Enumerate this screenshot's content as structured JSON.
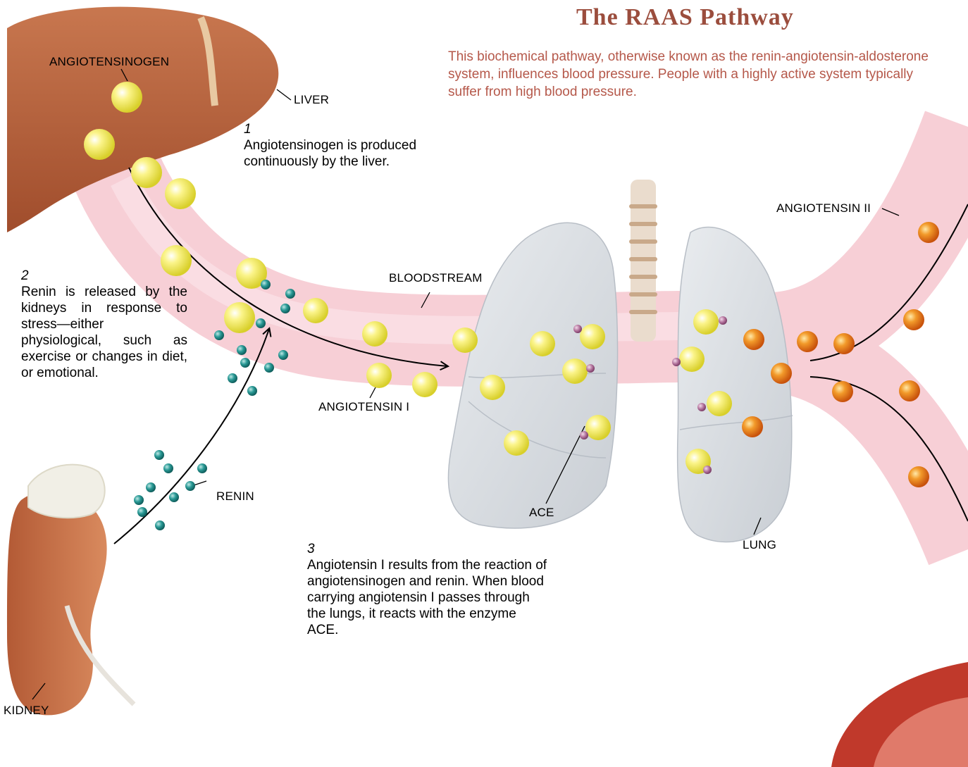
{
  "title": "The RAAS Pathway",
  "intro": "This biochemical pathway, otherwise known as the renin-angiotensin-aldosterone system, influences blood pressure. People with a highly active system typically suffer from high blood pressure.",
  "labels": {
    "angiotensinogen": "ANGIOTENSINOGEN",
    "liver": "LIVER",
    "bloodstream": "BLOODSTREAM",
    "angiotensin_1": "ANGIOTENSIN  I",
    "angiotensin_2": "ANGIOTENSIN  II",
    "renin": "RENIN",
    "ace": "ACE",
    "lung": "LUNG",
    "kidney": "KIDNEY"
  },
  "steps": [
    {
      "number": "1",
      "text": "Angiotensinogen is produced continuously by the liver."
    },
    {
      "number": "2",
      "text": "Renin is released by the kidneys in response to stress—either physiological, such as exercise or changes in diet, or emotional."
    },
    {
      "number": "3",
      "text": "Angiotensin I results from the reaction of angiotensinogen and renin. When blood carrying angiotensin I passes through the lungs, it reacts with the enzyme ACE."
    }
  ],
  "colors": {
    "title": "#9b4d3d",
    "intro": "#b5584a",
    "bloodstream": "#f7cfd6",
    "liver": "#b9623e",
    "lung": "#d9dde2",
    "angiotensinogen": "#f2ef6a",
    "angiotensin_2": "#e9761a",
    "renin": "#1f8a86",
    "ace": "#b0709a"
  }
}
